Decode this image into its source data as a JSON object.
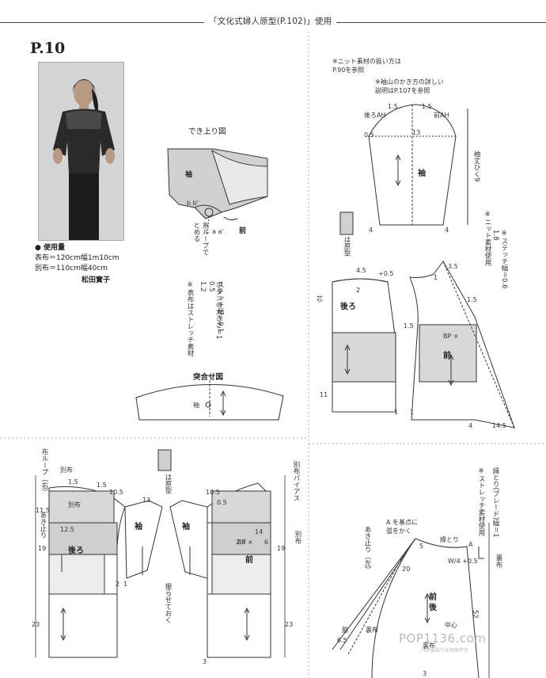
{
  "header": {
    "label": "「文化式婦人原型(P.102)」使用"
  },
  "page": {
    "number": "P.10"
  },
  "usage": {
    "title": "● 使用量",
    "line1": "表布＝120cm幅1m10cm",
    "line2": "別布＝110cm幅40cm",
    "author": "松田實子"
  },
  "finished": {
    "title": "でき上り図",
    "sleeve": "袖",
    "front": "前",
    "bb": "b b'",
    "aa": "a a'",
    "loop_note": "糸ループで\nとめる"
  },
  "notes": {
    "button": "ボタンの大きさ＝1",
    "stitch": "ステッチ幅＝0.1\n0.5\n1.2",
    "stretch": "※表布はストレッチ素材"
  },
  "assembly": {
    "title": "突合せ図",
    "sleeve": "袖"
  },
  "right_top": {
    "note1": "※ニット素材の扱い方は\nP.90を参照",
    "note2": "※袖山のかき方の詳しい\n説明はP.107を参照",
    "back_ah": "後ろAH",
    "front_ah": "前AH",
    "sleeve": "袖",
    "sleeve_len": "袖丈ひく9",
    "stitch_note": "※ステッチ幅＝0.6\n1.8",
    "knit_note": "※ニット素材使用",
    "prototype": "は原型",
    "back": "後ろ",
    "front": "前",
    "bp": "BP ×",
    "center": "芯"
  },
  "numbers_rt": {
    "n15a": "1.5",
    "n15b": "1.5",
    "n13": "13",
    "n05": "0.5",
    "n4a": "4",
    "n4b": "4",
    "n45": "4.5",
    "n05b": "+0.5",
    "n2": "2",
    "n35": "3.5",
    "n15c": "1.5",
    "n15d": "1.5",
    "n11": "11",
    "n1a": "1",
    "n1b": "1",
    "n145": "14.5",
    "n4c": "4",
    "n1c": "1"
  },
  "bottom_left": {
    "loop_label": "布ループ（右）",
    "betsu": "別布",
    "betsu2": "別布",
    "sleeve1": "袖",
    "sleeve2": "袖",
    "back": "後ろ",
    "front": "前",
    "prototype": "は原型",
    "front_bias": "別布バイアス",
    "betsu3": "別布",
    "ease_note": "振らせておく",
    "opening": "あき止り",
    "bp": "BP ×",
    "n15": "1.5",
    "n15b": "1.5",
    "n105a": "10.5",
    "n105b": "10.5",
    "n13": "13",
    "n115": "11.5",
    "n125": "12.5",
    "n19a": "19",
    "n19b": "19",
    "n23a": "23",
    "n23b": "23",
    "n2a": "2",
    "n1a": "1",
    "n14": "14",
    "n25": "2.5",
    "n05": "0.5",
    "n6": "6",
    "n3": "3"
  },
  "bottom_right": {
    "note": "A を基点に\n弧をかく",
    "edge": "縁とり",
    "edge_note": "縁とり(ブレード)幅＝1",
    "stretch": "※ストレッチ素材使用",
    "opening": "あき止り（左）",
    "front_back": "前\n後",
    "side": "脇",
    "back_cloth": "裏布",
    "back_cloth2": "裏布",
    "back_cloth3": "裏布",
    "a": "A",
    "n5": "5",
    "w": "W/4 +0.5",
    "n20": "20",
    "n52": "52",
    "n65": "6.5",
    "n3": "3",
    "center": "中心"
  },
  "watermark": {
    "main": "POP1136.com",
    "sub": "POP服装行业网络平台"
  }
}
